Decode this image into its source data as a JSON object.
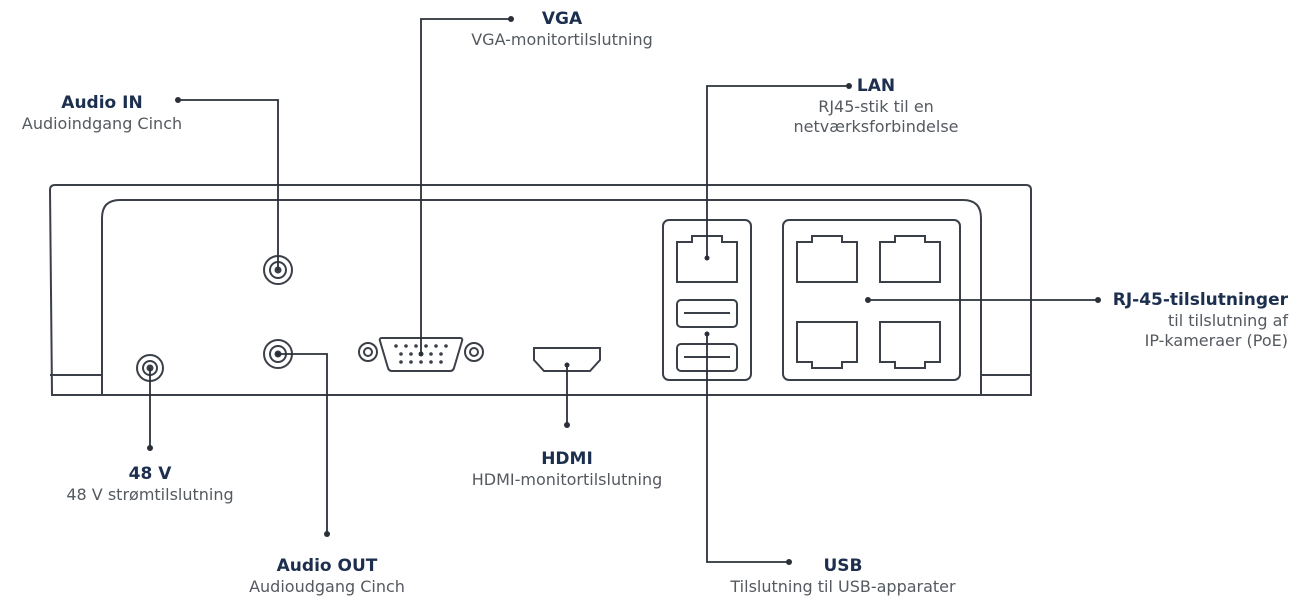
{
  "callouts": {
    "vga": {
      "title": "VGA",
      "desc": [
        "VGA-monitortilslutning"
      ]
    },
    "audio_in": {
      "title": "Audio IN",
      "desc": [
        "Audioindgang Cinch"
      ]
    },
    "lan": {
      "title": "LAN",
      "desc": [
        "RJ45-stik til en",
        "netværksforbindelse"
      ]
    },
    "rj45": {
      "title": "RJ-45-tilslutninger",
      "desc": [
        "til tilslutning af",
        "IP-kameraer (PoE)"
      ]
    },
    "v48": {
      "title": "48 V",
      "desc": [
        "48 V strømtilslutning"
      ]
    },
    "hdmi": {
      "title": "HDMI",
      "desc": [
        "HDMI-monitortilslutning"
      ]
    },
    "audio_out": {
      "title": "Audio OUT",
      "desc": [
        "Audioudgang Cinch"
      ]
    },
    "usb": {
      "title": "USB",
      "desc": [
        "Tilslutning til USB-apparater"
      ]
    }
  },
  "colors": {
    "outline": "#3b4048",
    "leader": "#2b3038",
    "title": "#1c2f4e",
    "desc": "#555a60"
  }
}
